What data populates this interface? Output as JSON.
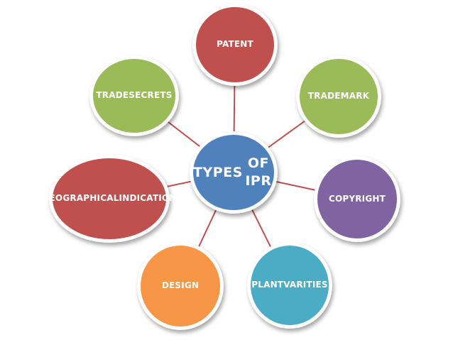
{
  "center": {
    "label_lines": [
      "TYPES",
      "OF IPR"
    ],
    "color": "#4F81BD"
  },
  "branches": [
    {
      "id": "patent",
      "label_lines": [
        "PATENT"
      ],
      "color": "#C0504D"
    },
    {
      "id": "trade-mark",
      "label_lines": [
        "TRADE",
        "MARK"
      ],
      "color": "#9BBB59"
    },
    {
      "id": "copyright",
      "label_lines": [
        "COPYRIGHT"
      ],
      "color": "#8064A2"
    },
    {
      "id": "plant-varities",
      "label_lines": [
        "PLANT",
        "VARITIES"
      ],
      "color": "#4BACC6"
    },
    {
      "id": "design",
      "label_lines": [
        "DESIGN"
      ],
      "color": "#F79646"
    },
    {
      "id": "geographical-indication",
      "label_lines": [
        "GEOGRAPHICAL",
        "INDICATION"
      ],
      "color": "#C0504D"
    },
    {
      "id": "trade-secrets",
      "label_lines": [
        "TRADE",
        "SECRETS"
      ],
      "color": "#9BBB59"
    }
  ],
  "connector_color": "#C0504D"
}
